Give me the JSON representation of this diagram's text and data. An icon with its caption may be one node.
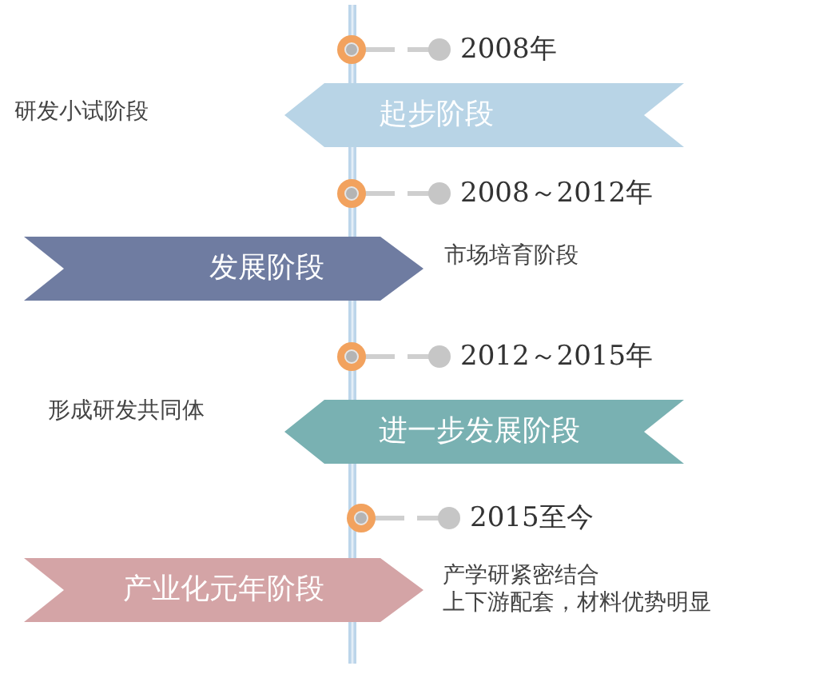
{
  "diagram": {
    "nodes": [
      {
        "text": [
          "起步阶段"
        ]
      },
      {
        "text": [
          "发展阶段"
        ]
      },
      {
        "text": [
          "进一步发展阶段"
        ]
      },
      {
        "text": [
          "产业化元年阶段"
        ]
      }
    ],
    "labels": [
      "2008年",
      "研发小试阶段",
      "2008～2012年",
      "市场培育阶段",
      "2012～2015年",
      "形成研发共同体",
      "2015至今",
      "产学研紧密结合",
      "上下游配套，材料优势明显"
    ]
  }
}
